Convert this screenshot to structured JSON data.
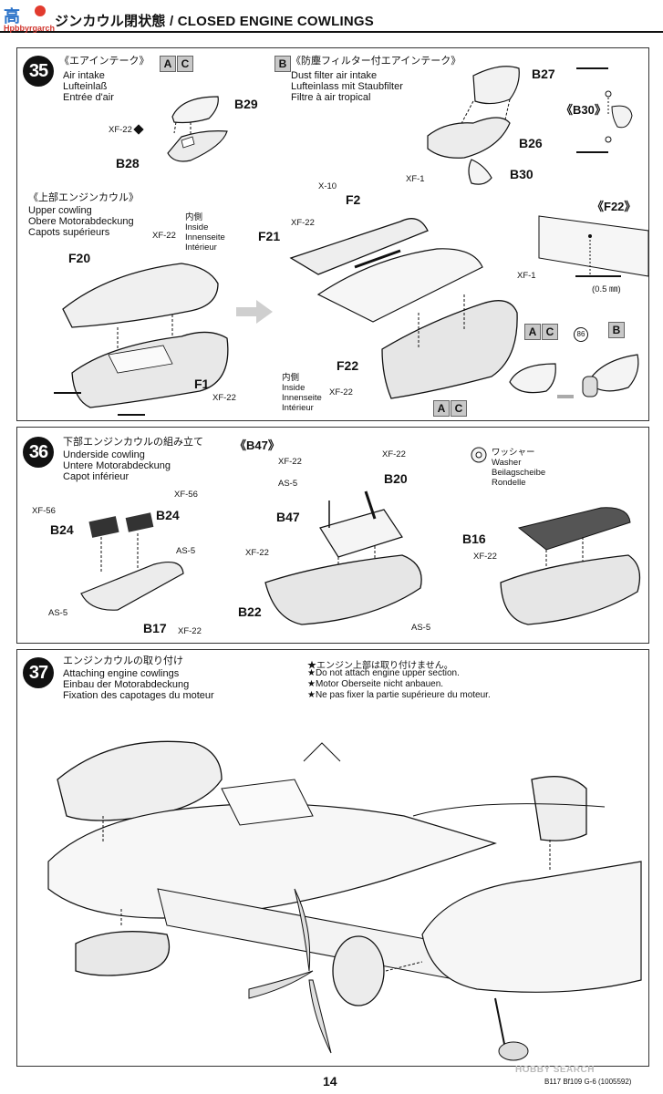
{
  "header": {
    "logo_main": "高",
    "logo_sub": "Hpbbyrgarch",
    "title": "ジンカウル閉状態 / CLOSED ENGINE COWLINGS"
  },
  "step35": {
    "number": "35",
    "air_intake": {
      "jp": "《エアインテーク》",
      "en": "Air intake",
      "de": "Lufteinlaß",
      "fr": "Entrée d'air",
      "variants": [
        "A",
        "C"
      ],
      "parts": [
        "B29",
        "B28"
      ],
      "paint": "XF-22"
    },
    "dust_filter": {
      "variant": "B",
      "jp": "《防塵フィルター付エアインテーク》",
      "en": "Dust filter air intake",
      "de": "Lufteinlass mit Staubfilter",
      "fr": "Filtre à air tropical",
      "parts": [
        "B27",
        "B26",
        "B30"
      ],
      "detail_label": "《B30》"
    },
    "upper_cowling": {
      "jp": "《上部エンジンカウル》",
      "en": "Upper cowling",
      "de": "Obere Motorabdeckung",
      "fr": "Capots supérieurs",
      "inside_jp": "内側",
      "inside_en": "Inside",
      "inside_de": "Innenseite",
      "inside_fr": "Intérieur",
      "paint": "XF-22",
      "parts": [
        "F20",
        "F1"
      ],
      "f1_paint": "XF-22"
    },
    "assembly": {
      "parts": [
        "F2",
        "F21",
        "F22"
      ],
      "paints": [
        "X-10",
        "XF-1",
        "XF-22",
        "XF-1"
      ],
      "inside_jp": "内側",
      "inside_en": "Inside",
      "inside_de": "Innenseite",
      "inside_fr": "Intérieur",
      "inside_paint": "XF-22",
      "variants_ac": [
        "A",
        "C"
      ],
      "variant_b": "B",
      "circle_ref": "86"
    },
    "f22_detail": {
      "label": "《F22》",
      "drill": "(0.5 ㎜)"
    }
  },
  "step36": {
    "number": "36",
    "jp": "下部エンジンカウルの組み立て",
    "en": "Underside cowling",
    "de": "Untere Motorabdeckung",
    "fr": "Capot inférieur",
    "parts_left": [
      "B24",
      "B24",
      "B17"
    ],
    "paints_left": [
      "XF-56",
      "XF-56",
      "AS-5",
      "AS-5",
      "XF-22"
    ],
    "b47_label": "《B47》",
    "b47_paints": [
      "XF-22",
      "AS-5"
    ],
    "parts_mid": [
      "B20",
      "B47",
      "B22"
    ],
    "paints_mid": [
      "XF-22",
      "XF-22",
      "AS-5"
    ],
    "washer_jp": "ワッシャー",
    "washer_en": "Washer",
    "washer_de": "Beilagscheibe",
    "washer_fr": "Rondelle",
    "parts_right": [
      "B16"
    ],
    "paints_right": [
      "XF-22"
    ]
  },
  "step37": {
    "number": "37",
    "jp": "エンジンカウルの取り付け",
    "en": "Attaching engine cowlings",
    "de": "Einbau der Motorabdeckung",
    "fr": "Fixation des capotages du moteur",
    "notes": [
      "★エンジン上部は取り付けません。",
      "★Do not attach engine upper section.",
      "★Motor Oberseite nicht anbauen.",
      "★Ne pas fixer la partie supérieure du moteur."
    ]
  },
  "footer": {
    "page": "14",
    "code": "B117 Bf109 G-6 (1005592)",
    "watermark": "HOBBY SEARCH"
  }
}
